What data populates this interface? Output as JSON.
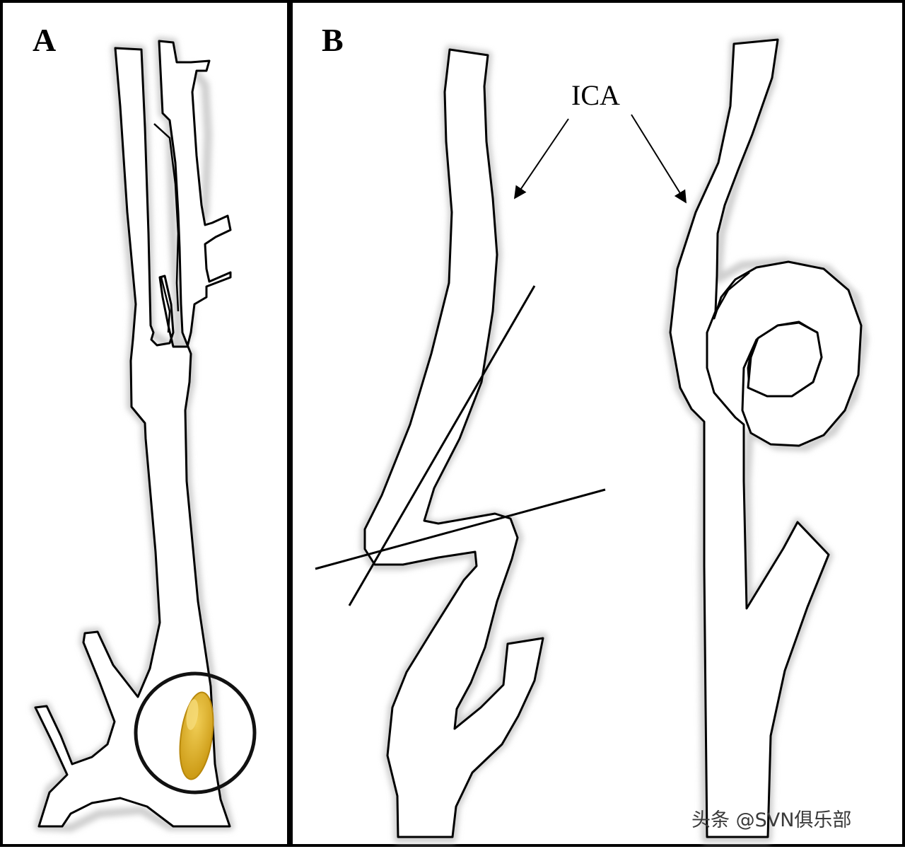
{
  "panels": {
    "a": {
      "label": "A"
    },
    "b": {
      "label": "B"
    }
  },
  "callout": {
    "label": "ICA"
  },
  "watermark": {
    "text": "头条 @SVN俱乐部"
  },
  "colors": {
    "outline": "#000000",
    "background": "#ffffff",
    "plaque": "#d4a72c",
    "plaque_highlight": "#f0cd55"
  }
}
